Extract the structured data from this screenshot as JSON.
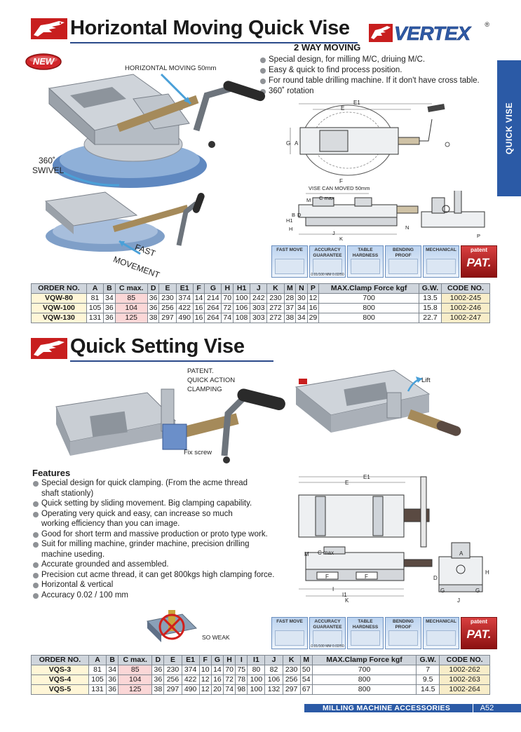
{
  "section1": {
    "title": "Horizontal Moving Quick Vise",
    "brand": "VERTEX",
    "brand_mark": "®",
    "subtitle": "2 WAY MOVING",
    "new_badge": "NEW",
    "bullets": [
      "Special design, for milling M/C, driuing M/C.",
      "Easy & quick to find process position.",
      "For round table drilling machine. If it don't have cross table.",
      "360˚ rotation"
    ],
    "labels": {
      "horizontal_moving": "HORIZONTAL MOVING 50mm",
      "swivel_deg": "360˚",
      "swivel": "SWIVEL",
      "fast": "FAST",
      "movement": "MOVEMENT",
      "vise_moved": "VISE CAN MOVED 50mm",
      "c_max": "C max"
    },
    "dims_top": [
      "E1",
      "E",
      "G",
      "A",
      "F"
    ],
    "dims_side": [
      "M",
      "D",
      "B",
      "H1",
      "H",
      "J",
      "K",
      "N",
      "P"
    ]
  },
  "side_tab": "QUICK VISE",
  "badges": [
    {
      "label": "FAST MOVE",
      "sub": ""
    },
    {
      "label": "ACCURACY GUARANTEE",
      "sub": "0.01/100 MM  0.02/50"
    },
    {
      "label": "TABLE HARDNESS",
      "sub": ""
    },
    {
      "label": "BENDING PROOF",
      "sub": ""
    },
    {
      "label": "MECHANICAL",
      "sub": ""
    }
  ],
  "patent_badge": {
    "top": "patent",
    "main": "PAT."
  },
  "table1": {
    "headers": [
      "ORDER NO.",
      "A",
      "B",
      "C max.",
      "D",
      "E",
      "E1",
      "F",
      "G",
      "H",
      "H1",
      "J",
      "K",
      "M",
      "N",
      "P",
      "MAX.Clamp Force kgf",
      "G.W.",
      "CODE NO."
    ],
    "rows": [
      [
        "VQW-80",
        "81",
        "34",
        "85",
        "36",
        "230",
        "374",
        "14",
        "214",
        "70",
        "100",
        "242",
        "230",
        "28",
        "30",
        "12",
        "700",
        "13.5",
        "1002-245"
      ],
      [
        "VQW-100",
        "105",
        "36",
        "104",
        "36",
        "256",
        "422",
        "16",
        "264",
        "72",
        "106",
        "303",
        "272",
        "37",
        "34",
        "16",
        "800",
        "15.8",
        "1002-246"
      ],
      [
        "VQW-130",
        "131",
        "36",
        "125",
        "38",
        "297",
        "490",
        "16",
        "264",
        "74",
        "108",
        "303",
        "272",
        "38",
        "34",
        "29",
        "800",
        "22.7",
        "1002-247"
      ]
    ]
  },
  "section2": {
    "title": "Quick Setting Vise",
    "labels": {
      "patent": "PATENT.",
      "quick_action": "QUICK ACTION",
      "clamping": "CLAMPING",
      "lift": "Lift",
      "fix_screw": "Fix screw",
      "so_weak": "SO WEAK",
      "c_max": "C max"
    },
    "features_title": "Features",
    "features": [
      {
        "text": "Special design for quick clamping. (From the acme thread",
        "cont": false
      },
      {
        "text": "shaft stationly)",
        "cont": true
      },
      {
        "text": "Quick setting by sliding movement. Big clamping capability.",
        "cont": false
      },
      {
        "text": "Operating very quick and easy, can increase so much",
        "cont": false
      },
      {
        "text": "working efficiency than you can image.",
        "cont": true
      },
      {
        "text": "Good for short term and massive production or proto type work.",
        "cont": false
      },
      {
        "text": "Suit for milling machine, grinder machine, precision drilling",
        "cont": false
      },
      {
        "text": "machine useding.",
        "cont": true
      },
      {
        "text": "Accurate grounded and assembled.",
        "cont": false
      },
      {
        "text": "Precision cut acme thread, it can get 800kgs high clamping force.",
        "cont": false
      },
      {
        "text": "Horizontal & vertical",
        "cont": false
      },
      {
        "text": "Accuracy 0.02 / 100 mm",
        "cont": false
      }
    ],
    "dims": [
      "E1",
      "E",
      "M",
      "A",
      "H",
      "F",
      "F",
      "I",
      "I1",
      "K",
      "D",
      "G",
      "G",
      "J"
    ]
  },
  "table2": {
    "headers": [
      "ORDER NO.",
      "A",
      "B",
      "C max.",
      "D",
      "E",
      "E1",
      "F",
      "G",
      "H",
      "I",
      "I1",
      "J",
      "K",
      "M",
      "MAX.Clamp Force kgf",
      "G.W.",
      "CODE NO."
    ],
    "rows": [
      [
        "VQS-3",
        "81",
        "34",
        "85",
        "36",
        "230",
        "374",
        "10",
        "14",
        "70",
        "75",
        "80",
        "82",
        "230",
        "50",
        "700",
        "7",
        "1002-262"
      ],
      [
        "VQS-4",
        "105",
        "36",
        "104",
        "36",
        "256",
        "422",
        "12",
        "16",
        "72",
        "78",
        "100",
        "106",
        "256",
        "54",
        "800",
        "9.5",
        "1002-263"
      ],
      [
        "VQS-5",
        "131",
        "36",
        "125",
        "38",
        "297",
        "490",
        "12",
        "20",
        "74",
        "98",
        "100",
        "132",
        "297",
        "67",
        "800",
        "14.5",
        "1002-264"
      ]
    ]
  },
  "footer": {
    "text": "MILLING MACHINE ACCESSORIES",
    "page": "A52"
  },
  "colors": {
    "accent": "#2b5aa6",
    "red": "#c81e1e",
    "table_header": "#cfd5dc",
    "model_cell": "#fff6d7",
    "c_cell": "#fbd7d7"
  }
}
